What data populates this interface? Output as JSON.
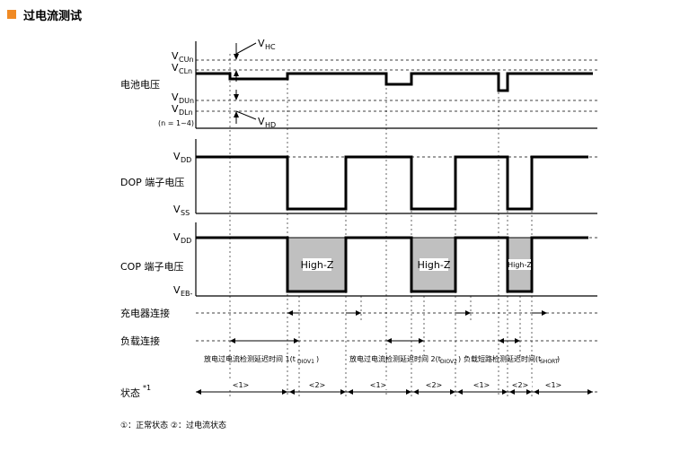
{
  "header": {
    "title": "过电流测试"
  },
  "battery": {
    "label": "电池电压",
    "vcun": "V",
    "vcun_sub": "CUn",
    "vcln": "V",
    "vcln_sub": "CLn",
    "vdun": "V",
    "vdun_sub": "DUn",
    "vdln": "V",
    "vdln_sub": "DLn",
    "n_note": "(n = 1~4)",
    "vhc": "V",
    "vhc_sub": "HC",
    "vhd": "V",
    "vhd_sub": "HD"
  },
  "dop": {
    "label": "DOP 端子电压",
    "vdd": "V",
    "vdd_sub": "DD",
    "vss": "V",
    "vss_sub": "SS"
  },
  "cop": {
    "label": "COP 端子电压",
    "vdd": "V",
    "vdd_sub": "DD",
    "veb": "V",
    "veb_sub": "EB-",
    "highz": [
      "High-Z",
      "High-Z",
      "High-Z"
    ]
  },
  "connections": {
    "charger": "充电器连接",
    "load": "负载连接"
  },
  "delays": {
    "d1": "放电过电流检测延迟时间 1(t",
    "d1_sub": "DIOV1",
    "d1_end": ")",
    "d2": "放电过电流检测延迟时间 2(t",
    "d2_sub": "DIOV2",
    "d2_end": ")",
    "d3": "负载短路检测延迟时间(t",
    "d3_sub": "SHORT",
    "d3_end": ")"
  },
  "state": {
    "label": "状态",
    "label_sup": "*1",
    "segments": [
      "<1>",
      "<2>",
      "<1>",
      "<2>",
      "<1>",
      "<2>",
      "<1>"
    ]
  },
  "footnote": "①：正常状态   ②：过电流状态"
}
